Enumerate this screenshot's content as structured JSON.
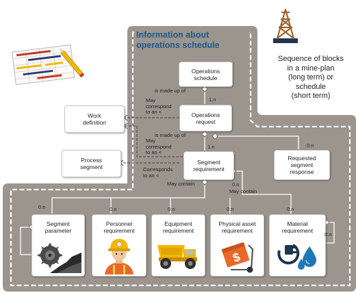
{
  "title": "Information about\noperations schedule",
  "note": "Sequence of blocks\nin a mine-plan\n(long term) or\nschedule\n(short term)",
  "nodes": {
    "operations_schedule": "Operations\nschedule",
    "operations_request": "Operations\nrequest",
    "segment_requirement": "Segment\nrequirement",
    "requested_segment_response": "Requested\nsegment\nresponse",
    "work_definition": "Work\ndefinition",
    "process_segment": "Process\nsegment",
    "segment_parameter": "Segment\nparameter",
    "personnel_requirement": "Personnel\nrequirement",
    "equipment_requirement": "Equipment\nrequirement",
    "physical_asset_requirement": "Physical asset\nrequirement",
    "material_requirement": "Material\nrequirement"
  },
  "relations": {
    "is_made_up_of_1": "is made up of",
    "is_made_up_of_2": "is made up of",
    "may_correspond_1": "May\ncorrespond\nto an <",
    "may_correspond_2": "May\ncorrespond\nto an <",
    "corresponds_to": "Corresponds\nto an <",
    "may_contain": "May contain",
    "may_contain_2": "May contain"
  },
  "multiplicities": {
    "request_1n": "1.n",
    "segment_1n": "1.n",
    "response_0n": "0.n",
    "loop_0n": "0.n",
    "param_0n": "0.n",
    "personnel_0n": "0.n",
    "equipment_0n": "0.n",
    "asset_0n": "0.n",
    "material_0n": "0.n",
    "material_self_0n": "0.n"
  },
  "colors": {
    "panel_gray": "#9c958e",
    "title_blue": "#1d5a8e",
    "tower_brown": "#a0642d",
    "tower_navy": "#1f3550",
    "truck_yellow": "#f2b705",
    "asset_orange": "#e8692a",
    "water_blue": "#1f78b4"
  },
  "icons": [
    "schedule-chart-icon",
    "pencil-icon",
    "oil-derrick-icon",
    "drill-bit-icon",
    "miner-icon",
    "dump-truck-icon",
    "asset-cart-icon",
    "plug-water-icon"
  ]
}
